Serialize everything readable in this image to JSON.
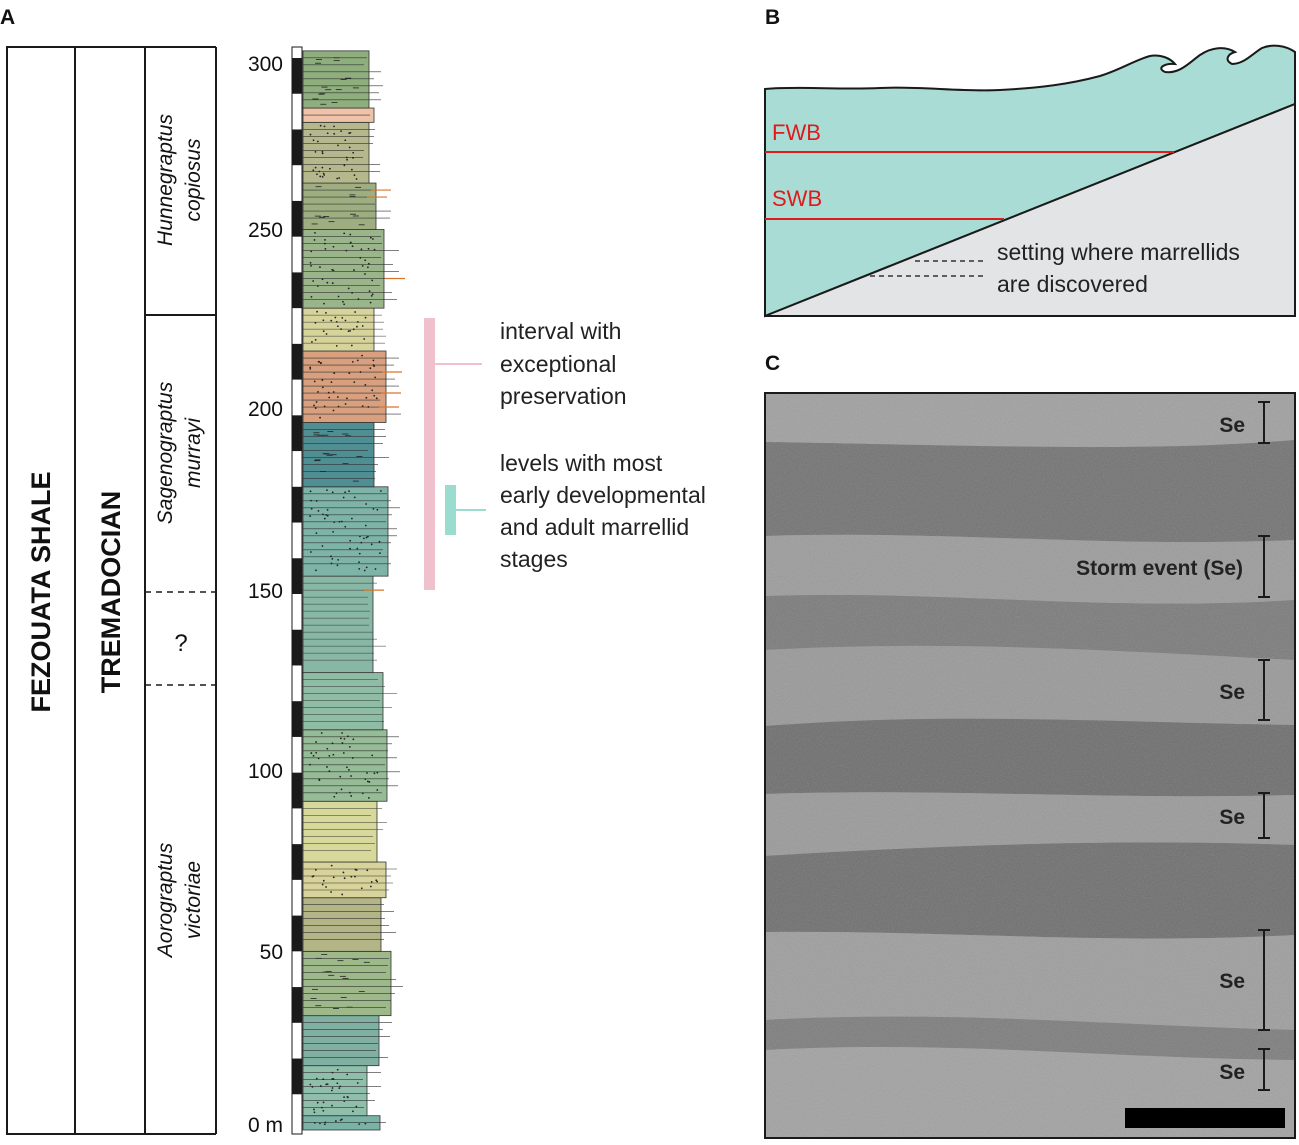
{
  "panels": {
    "a": "A",
    "b": "B",
    "c": "C"
  },
  "stratigraphy": {
    "formation": "FEZOUATA SHALE",
    "stage": "TREMADOCIAN",
    "biozones": [
      {
        "line1": "Hunnegraptus",
        "line2": "copiosus"
      },
      {
        "line1": "Sagenograptus",
        "line2": "murrayi"
      },
      {
        "line1": "?"
      },
      {
        "line1": "Aorograptus",
        "line2": "victoriae"
      }
    ],
    "depth_labels": [
      "300",
      "250",
      "200",
      "150",
      "100",
      "50",
      "0 m"
    ]
  },
  "legend": {
    "interval_lines": [
      "interval with",
      "exceptional",
      "preservation"
    ],
    "levels_lines": [
      "levels with most",
      "early developmental",
      "and adult marrellid",
      "stages"
    ]
  },
  "depositional_setting": {
    "fwb": "FWB",
    "swb": "SWB",
    "setting_lines": [
      "setting where marrellids",
      "are discovered"
    ]
  },
  "core_photo": {
    "labels": [
      "Se",
      "Storm event (Se)",
      "Se",
      "Se",
      "Se",
      "Se"
    ]
  },
  "colors": {
    "sea": "#a8dcd4",
    "seafloor": "#e3e4e6",
    "wave_base": "#e0191b",
    "exceptional_bar": "#f0c0cc",
    "levels_bar": "#9adcd0"
  }
}
